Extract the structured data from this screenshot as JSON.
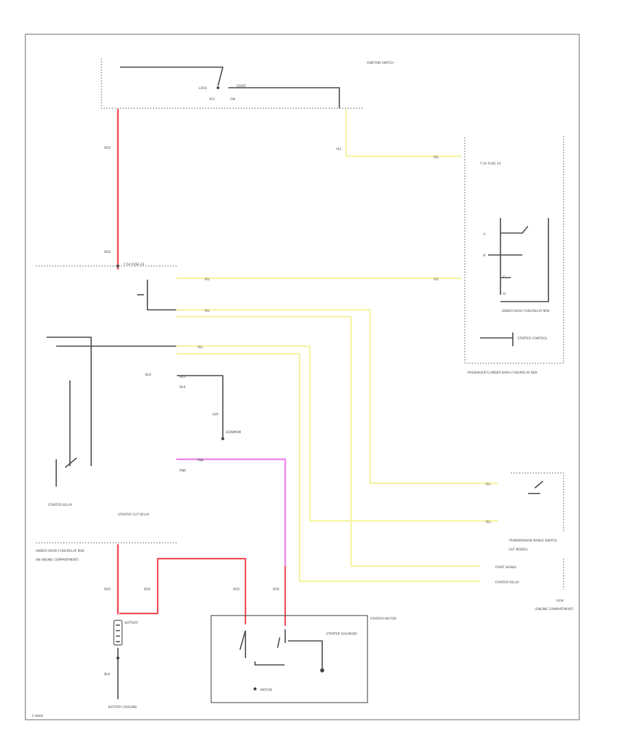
{
  "diagram": {
    "footer_code": "F-0000",
    "components": {
      "ignition_switch": {
        "title": "IGNITION SWITCH",
        "contact_lock": "LOCK",
        "contact_acc": "ACC",
        "contact_on": "ON",
        "contact_start": "START"
      },
      "fuse": {
        "label": "7.5A FUSE 24"
      },
      "starter_cut_relay": {
        "title": "STARTER CUT RELAY"
      },
      "passenger_fusebox": {
        "title": "UNDER-DASH FUSE/RELAY BOX",
        "pin_a": "A",
        "pin_b": "B",
        "pin_c": "C",
        "pin_d": "D",
        "ecu_line": "STARTER CONTROL",
        "sub": "PASSENGER'S UNDER-DASH FUSE/RELAY BOX"
      },
      "ecm": {
        "title": "ECM/PCM"
      },
      "start_relay": {
        "title": "STARTER RELAY"
      },
      "underhood_box": {
        "title": "UNDER-HOOD FUSE/RELAY BOX",
        "sub": "(IN ENGINE COMPARTMENT)"
      },
      "transmission_range": {
        "title": "TRANSMISSION RANGE SWITCH",
        "sub": "(A/T MODEL)"
      },
      "pcm": {
        "title": "PCM",
        "line1": "START SIGNAL",
        "line2": "STARTER RELAY",
        "sub": "(ENGINE COMPARTMENT)"
      },
      "battery": {
        "title": "BATTERY"
      },
      "battery_ground": {
        "title": "BATTERY GROUND"
      },
      "starter": {
        "title": "STARTER MOTOR",
        "solenoid": "STARTER SOLENOID",
        "motor": "MOTOR"
      }
    },
    "wire_labels": {
      "red_top": "RED",
      "red_mid": "RED",
      "red_bat": "RED",
      "red_starter_a": "RED",
      "red_starter_b": "RED",
      "red_underhood": "RED",
      "yel_a": "YEL",
      "yel_b": "YEL",
      "yel_c": "YEL",
      "yel_d": "YEL",
      "yel_e": "YEL",
      "yel_f": "YEL",
      "yel_g": "YEL",
      "yel_h": "YEL",
      "pnk_a": "PNK",
      "pnk_b": "PNK",
      "blk_a": "BLK",
      "blk_b": "BLK",
      "blu_a": "BLU",
      "gry_a": "GRY"
    },
    "colors": {
      "red": "#f24a55",
      "yellow": "#f4f3a0",
      "pink": "#ee86ee",
      "black": "#444444",
      "frame": "#666666"
    }
  }
}
